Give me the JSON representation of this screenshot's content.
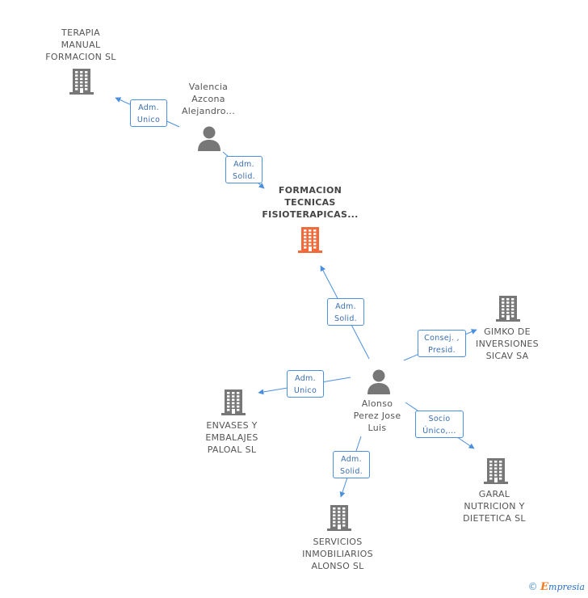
{
  "nodes": {
    "terapia": {
      "kind": "company",
      "lines": [
        "TERAPIA",
        "MANUAL",
        "FORMACION  SL"
      ]
    },
    "valencia": {
      "kind": "person",
      "lines": [
        "Valencia",
        "Azcona",
        "Alejandro..."
      ]
    },
    "formacion": {
      "kind": "company-main",
      "lines": [
        "FORMACION",
        "TECNICAS",
        "FISIOTERAPICAS..."
      ]
    },
    "alonso": {
      "kind": "person",
      "lines": [
        "Alonso",
        "Perez Jose",
        "Luis"
      ]
    },
    "gimko": {
      "kind": "company",
      "lines": [
        "GIMKO DE",
        "INVERSIONES",
        "SICAV SA"
      ]
    },
    "envases": {
      "kind": "company",
      "lines": [
        "ENVASES Y",
        "EMBALAJES",
        "PALOAL SL"
      ]
    },
    "garal": {
      "kind": "company",
      "lines": [
        "GARAL",
        "NUTRICION Y",
        "DIETETICA SL"
      ]
    },
    "servicios": {
      "kind": "company",
      "lines": [
        "SERVICIOS",
        "INMOBILIARIOS",
        "ALONSO  SL"
      ]
    }
  },
  "edges": [
    {
      "id": "e1",
      "from": "valencia",
      "to": "terapia",
      "lines": [
        "Adm.",
        "Unico"
      ]
    },
    {
      "id": "e2",
      "from": "valencia",
      "to": "formacion",
      "lines": [
        "Adm.",
        "Solid."
      ]
    },
    {
      "id": "e3",
      "from": "alonso",
      "to": "formacion",
      "lines": [
        "Adm.",
        "Solid."
      ]
    },
    {
      "id": "e4",
      "from": "alonso",
      "to": "gimko",
      "lines": [
        "Consej. ,",
        "Presid."
      ]
    },
    {
      "id": "e5",
      "from": "alonso",
      "to": "envases",
      "lines": [
        "Adm.",
        "Unico"
      ]
    },
    {
      "id": "e6",
      "from": "alonso",
      "to": "garal",
      "lines": [
        "Socio",
        "Único,..."
      ]
    },
    {
      "id": "e7",
      "from": "alonso",
      "to": "servicios",
      "lines": [
        "Adm.",
        "Solid."
      ]
    }
  ],
  "colors": {
    "edge": "#4a8fe0",
    "company": "#777777",
    "main": "#f26a3a",
    "person": "#777777"
  },
  "footer": {
    "copyright": "©",
    "brand_first": "E",
    "brand_rest": "mpresia"
  }
}
